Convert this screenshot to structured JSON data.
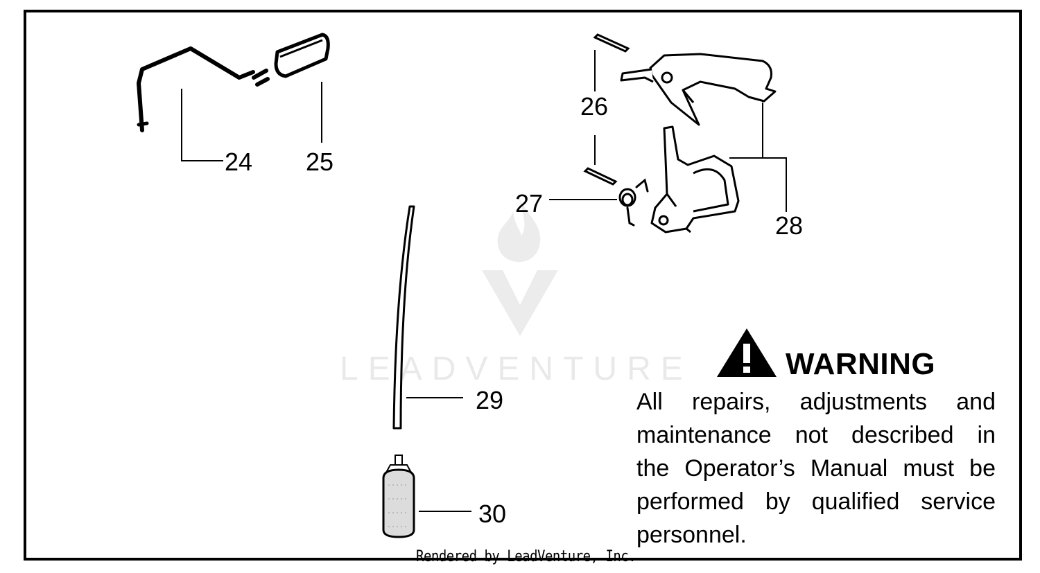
{
  "callouts": {
    "c24": "24",
    "c25": "25",
    "c26": "26",
    "c27": "27",
    "c28": "28",
    "c29": "29",
    "c30": "30"
  },
  "warning": {
    "title": "WARNING",
    "lines": [
      "All repairs, adjustments and",
      "maintenance not described in",
      "the Operator’s Manual must be",
      "performed by qualified service",
      "personnel."
    ]
  },
  "watermark": "LEADVENTURE",
  "footer": "Rendered by LeadVenture, Inc.",
  "colors": {
    "ink": "#000000",
    "watermark": "#e6e6e6",
    "background": "#ffffff"
  }
}
